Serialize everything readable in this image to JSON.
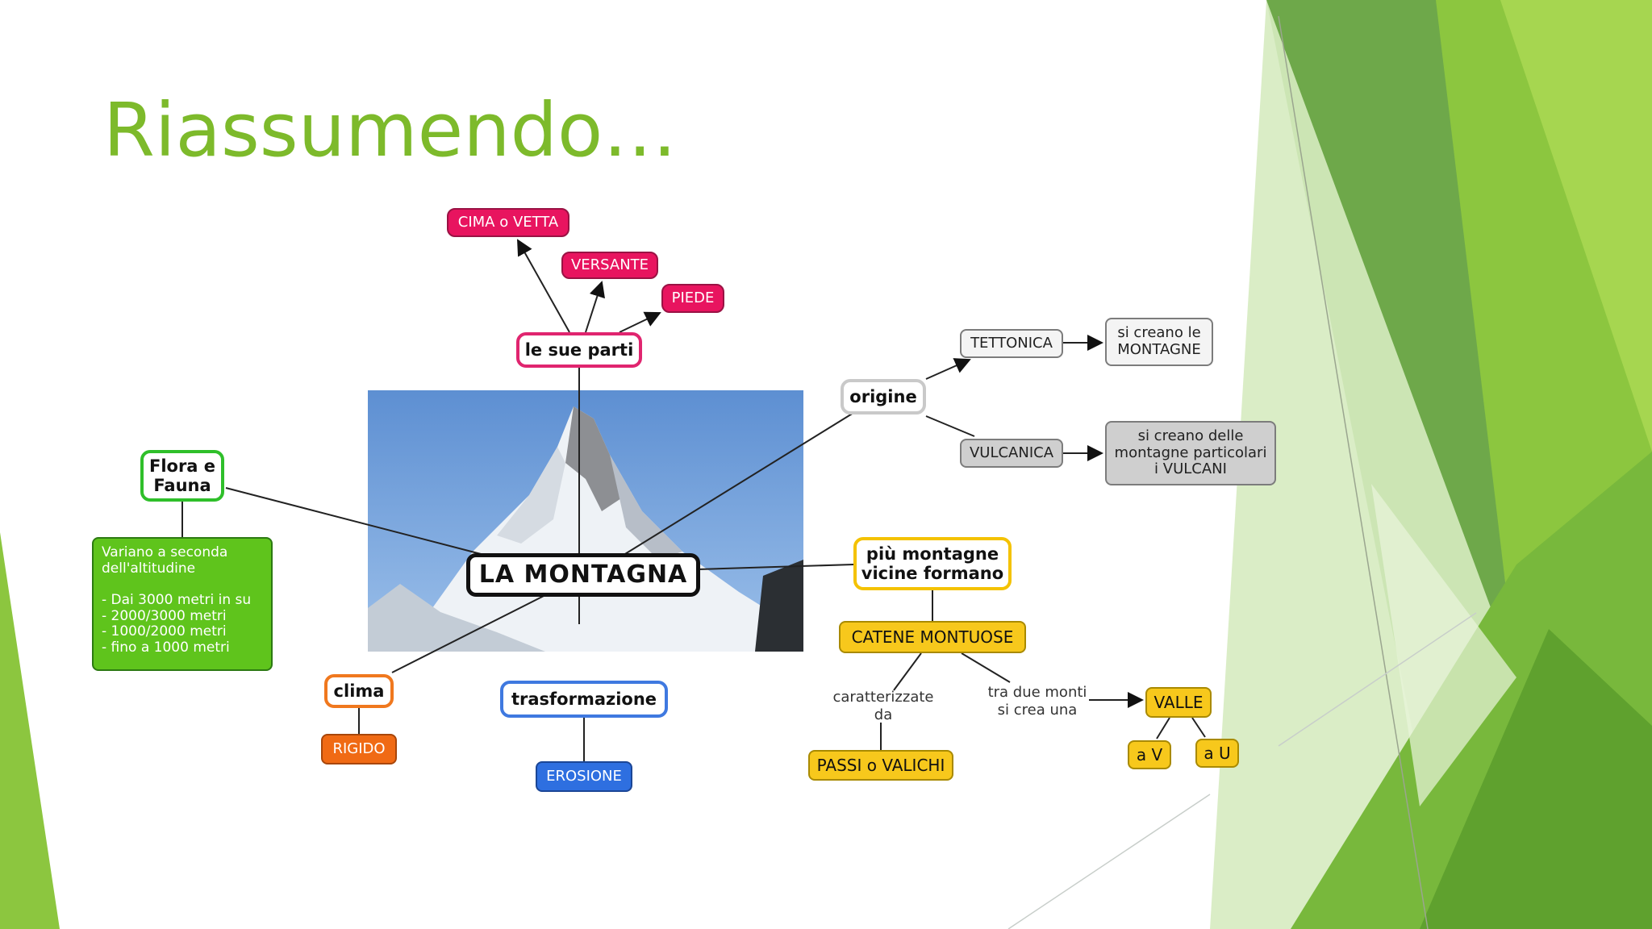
{
  "slide": {
    "title": "Riassumendo…"
  },
  "concept_map": {
    "center": "LA MONTAGNA",
    "parts": {
      "label": "le sue parti",
      "items": [
        "CIMA o VETTA",
        "VERSANTE",
        "PIEDE"
      ]
    },
    "origin": {
      "label": "origine",
      "tectonic": "TETTONICA",
      "tectonic_result": [
        "si creano le",
        "MONTAGNE"
      ],
      "volcanic": "VULCANICA",
      "volcanic_result": [
        "si creano delle",
        "montagne particolari",
        "i VULCANI"
      ]
    },
    "flora": {
      "label": [
        "Flora e",
        "Fauna"
      ],
      "note": [
        "Variano a seconda",
        "dell'altitudine",
        "- Dai 3000 metri in su",
        "- 2000/3000 metri",
        "- 1000/2000 metri",
        "- fino a 1000 metri"
      ]
    },
    "ranges": {
      "label": [
        "più montagne",
        "vicine formano"
      ],
      "chains": "CATENE MONTUOSE",
      "link_characterized": [
        "caratterizzate",
        "da"
      ],
      "passes": "PASSI o VALICHI",
      "link_between": [
        "tra due monti",
        "si crea una"
      ],
      "valley": "VALLE",
      "valley_v": "a V",
      "valley_u": "a U"
    },
    "climate": {
      "label": "clima",
      "value": "RIGIDO"
    },
    "transformation": {
      "label": "trasformazione",
      "value": "EROSIONE"
    }
  }
}
